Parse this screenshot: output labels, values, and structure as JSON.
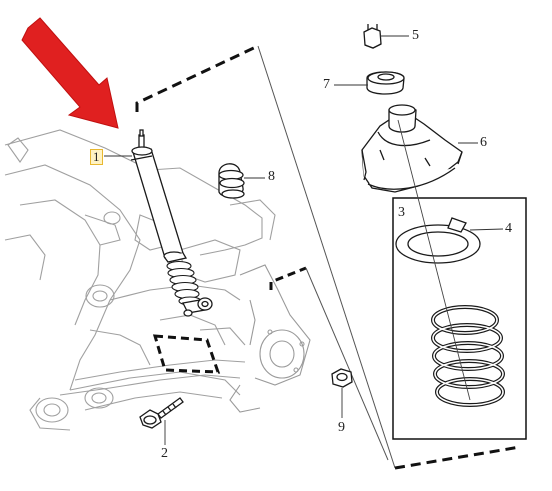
{
  "callouts": {
    "c1": "1",
    "c2": "2",
    "c3": "3",
    "c4": "4",
    "c5": "5",
    "c6": "6",
    "c7": "7",
    "c8": "8",
    "c9": "9"
  },
  "colors": {
    "arrow": "#e02020",
    "highlight_border": "#e8b830",
    "highlight_fill": "#fff3c4",
    "line_dark": "#1a1a1a",
    "line_faint": "#9a9a9a"
  },
  "icons": {
    "pointer": "red-arrow-icon"
  }
}
